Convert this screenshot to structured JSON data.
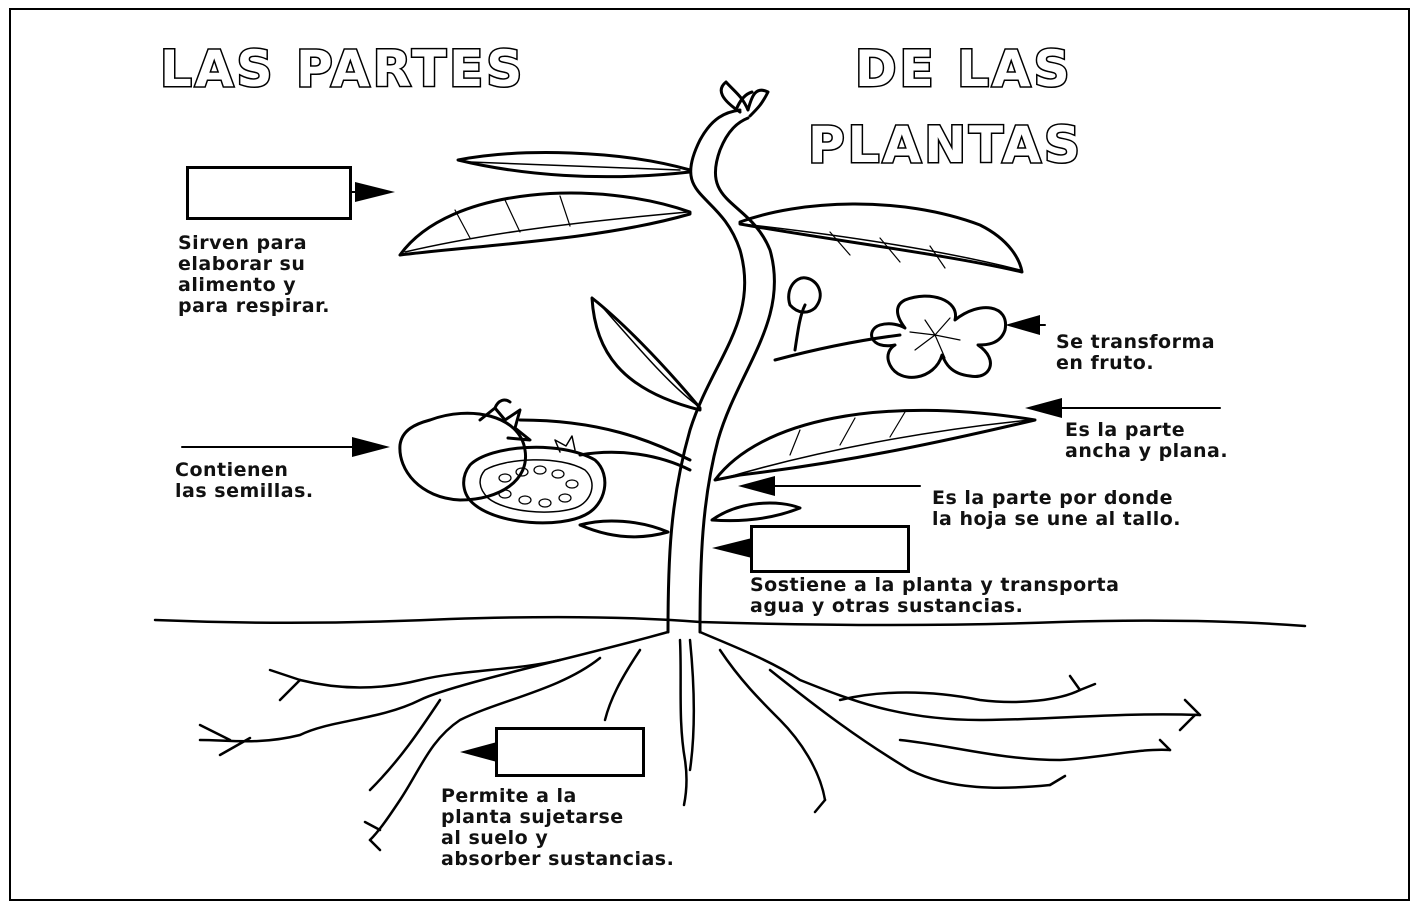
{
  "title": {
    "line1_part1": "LAS PARTES",
    "line1_part2": "DE LAS",
    "line2": "PLANTAS"
  },
  "labels": {
    "leaves": "Sirven para\nelaborar su\nalimento y\npara respirar.",
    "flower": "Se transforma\nen fruto.",
    "blade": "Es la parte\nancha y plana.",
    "petiole": "Es la parte por donde\nla hoja se une al tallo.",
    "stem": "Sostiene a la planta y transporta\nagua y otras sustancias.",
    "fruit": "Contienen\nlas semillas.",
    "roots": "Permite a la\nplanta sujetarse\nal suelo y\nabsorber sustancias."
  },
  "colors": {
    "ink": "#000000",
    "paper": "#ffffff"
  }
}
